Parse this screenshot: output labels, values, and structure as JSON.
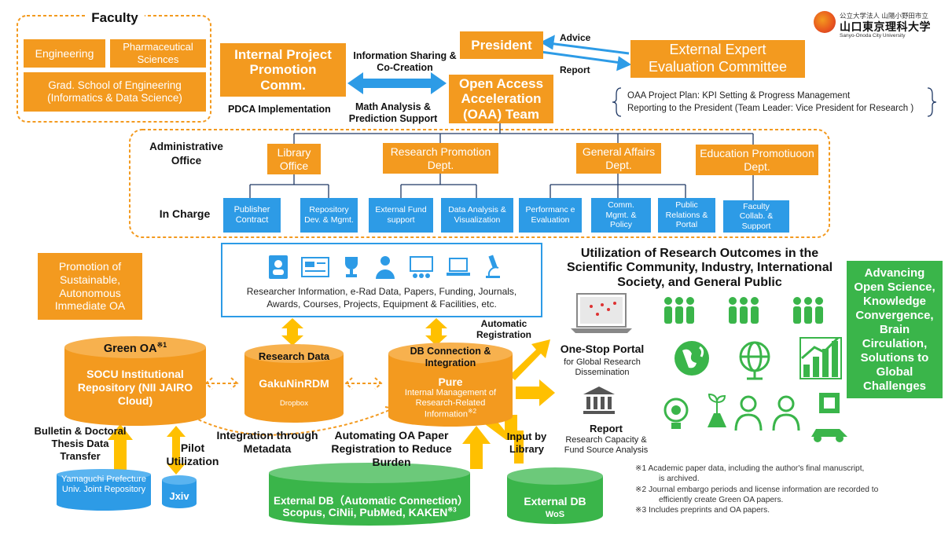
{
  "logo": {
    "line1": "公立大学法人 山陽小野田市立",
    "line2": "山口東京理科大学",
    "line3": "Sanyo-Onoda City University"
  },
  "faculty": {
    "title": "Faculty",
    "engineering": "Engineering",
    "pharma": "Pharmaceutical Sciences",
    "grad": "Grad. School of Engineering (Informatics & Data Science)"
  },
  "internal_comm": "Internal Project Promotion Comm.",
  "pdca": "PDCA Implementation",
  "info_sharing": "Information Sharing & Co-Creation",
  "math_analysis": "Math Analysis & Prediction Support",
  "president": "President",
  "advice": "Advice",
  "report": "Report",
  "external_committee": "External Expert Evaluation Committee",
  "oaa_team": "Open Access Acceleration (OAA) Team",
  "oaa_note": {
    "line1": "OAA Project Plan: KPI Setting & Progress Management",
    "line2": "Reporting to the President (Team Leader: Vice President for Research )"
  },
  "admin_office": "Administrative Office",
  "in_charge": "In Charge",
  "departments": {
    "library": "Library Office",
    "research": "Research Promotion Dept.",
    "general": "General Affairs Dept.",
    "education": "Education Promotiuoon Dept."
  },
  "tasks": {
    "publisher": "Publisher Contract",
    "repository": "Repository Dev. & Mgmt.",
    "external_fund": "External Fund support",
    "data_analysis": "Data Analysis & Visualization",
    "performance": "Performanc e Evaluation",
    "comm_mgmt": "Comm. Mgmt. & Policy",
    "public_relations": "Public Relations & Portal",
    "faculty_collab": "Faculty Collab. & Support"
  },
  "research_info": {
    "line1": "Researcher Information, e-Rad Data, Papers, Funding, Journals,",
    "line2": "Awards, Courses, Projects, Equipment & Facilities, etc."
  },
  "promotion": "Promotion of Sustainable, Autonomous Immediate OA",
  "green_oa": {
    "title": "Green OA",
    "note": "※1",
    "body": "SOCU Institutional Repository (NII JAIRO Cloud)"
  },
  "research_data": {
    "title": "Research Data",
    "body": "GakuNinRDM",
    "sub": "Dropbox"
  },
  "db_connection": {
    "title": "DB Connection & Integration",
    "body": "Pure",
    "sub": "Internal Management of Research-Related Information",
    "note": "※2"
  },
  "automatic_registration": "Automatic Registration",
  "integration_metadata": "Integration through Metadata",
  "automating_oa": "Automating OA Paper Registration to Reduce Burden",
  "bulletin": "Bulletin & Doctoral Thesis Data Transfer",
  "pilot": "Pilot Utilization",
  "input_library": "Input by Library",
  "yamaguchi": "Yamaguchi Prefecture Univ. Joint Repository",
  "jxiv": "Jxiv",
  "external_db_auto": {
    "title": "External DB（Automatic Connection）",
    "body": "Scopus, CiNii, PubMed, KAKEN",
    "note": "※3"
  },
  "external_db_wos": {
    "title": "External DB",
    "body": "WoS"
  },
  "utilization_title": "Utilization of Research Outcomes in the Scientific Community, Industry, International Society, and General Public",
  "one_stop": {
    "title": "One-Stop Portal",
    "sub": "for Global Research Dissemination"
  },
  "report_box": {
    "title": "Report",
    "sub": "Research Capacity & Fund Source Analysis"
  },
  "advancing": "Advancing Open Science, Knowledge Convergence, Brain Circulation, Solutions to Global Challenges",
  "footnotes": {
    "n1a": "※1 Academic paper data, including the author's final manuscript,",
    "n1b": "is archived.",
    "n2a": "※2 Journal embargo periods and license information are recorded to",
    "n2b": "efficiently create Green OA papers.",
    "n3": "※3 Includes preprints and OA papers."
  },
  "colors": {
    "orange": "#f39a1f",
    "blue": "#2d9be6",
    "green": "#3ab54a",
    "yellow": "#ffc000"
  }
}
